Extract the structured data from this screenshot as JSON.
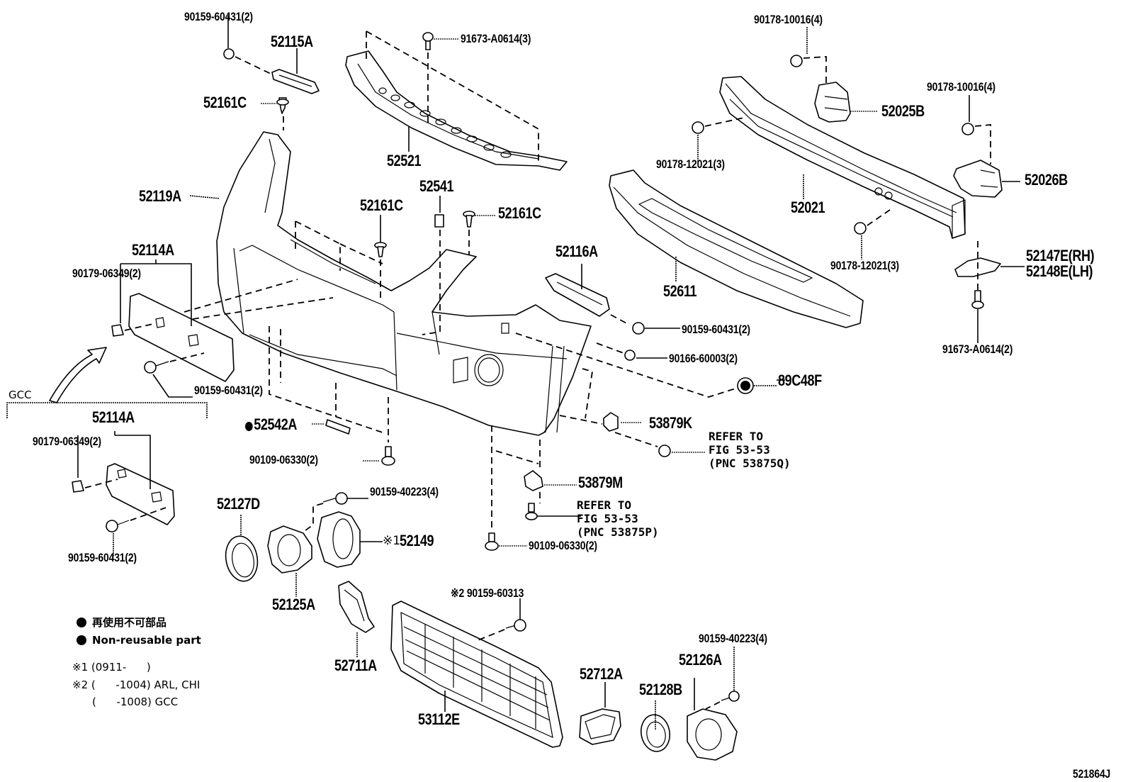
{
  "diagram": {
    "figure_id": "521864J",
    "parts": {
      "p_90159_60431_top": "90159-60431(2)",
      "p_52115A": "52115A",
      "p_52161C_top": "52161C",
      "p_52119A": "52119A",
      "p_91673_A0614_3": "91673-A0614(3)",
      "p_52521": "52521",
      "p_52541": "52541",
      "p_52161C_mid": "52161C",
      "p_52161C_right": "52161C",
      "p_90178_10016_a": "90178-10016(4)",
      "p_52025B": "52025B",
      "p_90178_10016_b": "90178-10016(4)",
      "p_90178_12021_a": "90178-12021(3)",
      "p_52026B": "52026B",
      "p_52021": "52021",
      "p_52114A": "52114A",
      "p_90179_06349": "90179-06349(2)",
      "p_52116A": "52116A",
      "p_52611": "52611",
      "p_90178_12021_b": "90178-12021(3)",
      "p_52147E": "52147E(RH)",
      "p_52148E": "52148E(LH)",
      "p_91673_A0614_2": "91673-A0614(2)",
      "p_90159_60431_mid": "90159-60431(2)",
      "p_90166_60003": "90166-60003(2)",
      "p_90159_60431_plate": "90159-60431(2)",
      "p_89C48F": "89C48F",
      "gcc_label": "GCC",
      "p_52114A_gcc": "52114A",
      "p_90179_06349_gcc": "90179-06349(2)",
      "p_52542A": "52542A",
      "p_53879K": "53879K",
      "p_90109_06330_a": "90109-06330(2)",
      "p_53879M": "53879M",
      "p_90159_40223_a": "90159-40223(4)",
      "p_52127D": "52127D",
      "p_52149": "52149",
      "p_52149_note": "※1",
      "p_90109_06330_b": "90109-06330(2)",
      "p_90159_60431_gcc": "90159-60431(2)",
      "p_52125A": "52125A",
      "p_90159_60313": "※2 90159-60313",
      "p_52711A": "52711A",
      "p_52712A": "52712A",
      "p_90159_40223_b": "90159-40223(4)",
      "p_52126A": "52126A",
      "p_52128B": "52128B",
      "p_53112E": "53112E"
    },
    "references": {
      "ref_538750": "REFER TO\nFIG 53-53\n(PNC 53875Q)",
      "ref_53875P": "REFER TO\nFIG 53-53\n(PNC 53875P)"
    },
    "legend": {
      "non_reusable_jp": "再使用不可部品",
      "non_reusable_en": "Non-reusable part",
      "note1": "※1 (0911-      )",
      "note2": "※2 (      -1004) ARL, CHI",
      "note3": "(      -1008) GCC"
    }
  }
}
